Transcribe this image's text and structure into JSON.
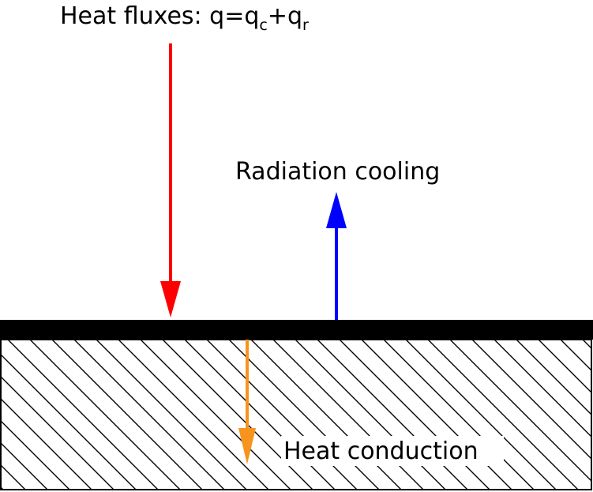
{
  "labels": {
    "heat_fluxes_prefix": "Heat fluxes: q=q",
    "heat_fluxes_sub_c": "c",
    "heat_fluxes_plus": "+q",
    "heat_fluxes_sub_r": "r",
    "radiation_cooling": "Radiation cooling",
    "heat_conduction": "Heat conduction"
  },
  "colors": {
    "incoming_arrow": "#ff0000",
    "radiation_arrow": "#0000ff",
    "conduction_arrow": "#f7941d",
    "surface_layer": "#000000",
    "hatch": "#000000"
  }
}
